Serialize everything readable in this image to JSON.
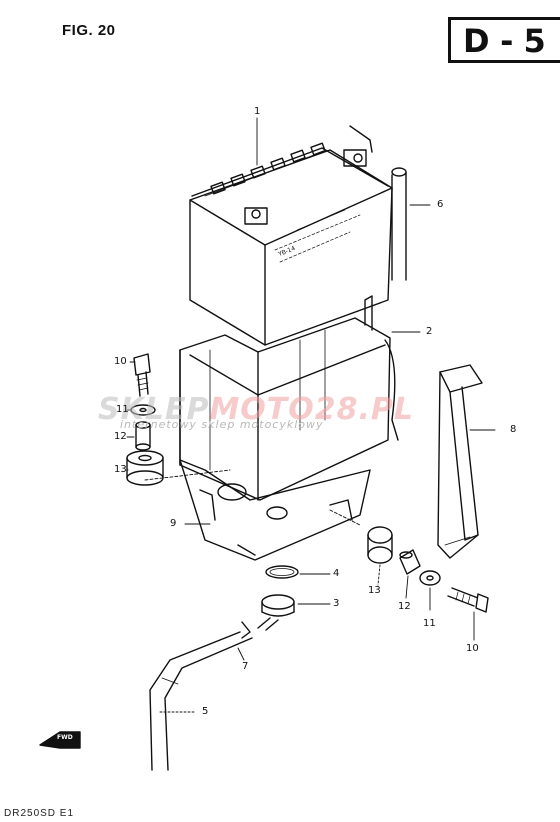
{
  "figure": {
    "title": "FIG. 20",
    "section": "D-5",
    "model": "DR250SD E1"
  },
  "watermark": {
    "left": "SKLEP",
    "right": "MOTO28.PL",
    "tagline": "internetowy sklep motocyklowy"
  },
  "callouts": {
    "c1": "1",
    "c2": "2",
    "c3": "3",
    "c4": "4",
    "c5": "5",
    "c6": "6",
    "c7": "7",
    "c8": "8",
    "c9": "9",
    "c10a": "10",
    "c10b": "10",
    "c11a": "11",
    "c11b": "11",
    "c12a": "12",
    "c12b": "12",
    "c13a": "13",
    "c13b": "13"
  },
  "forward_marker": "FWD",
  "battery_label": "YB-14"
}
